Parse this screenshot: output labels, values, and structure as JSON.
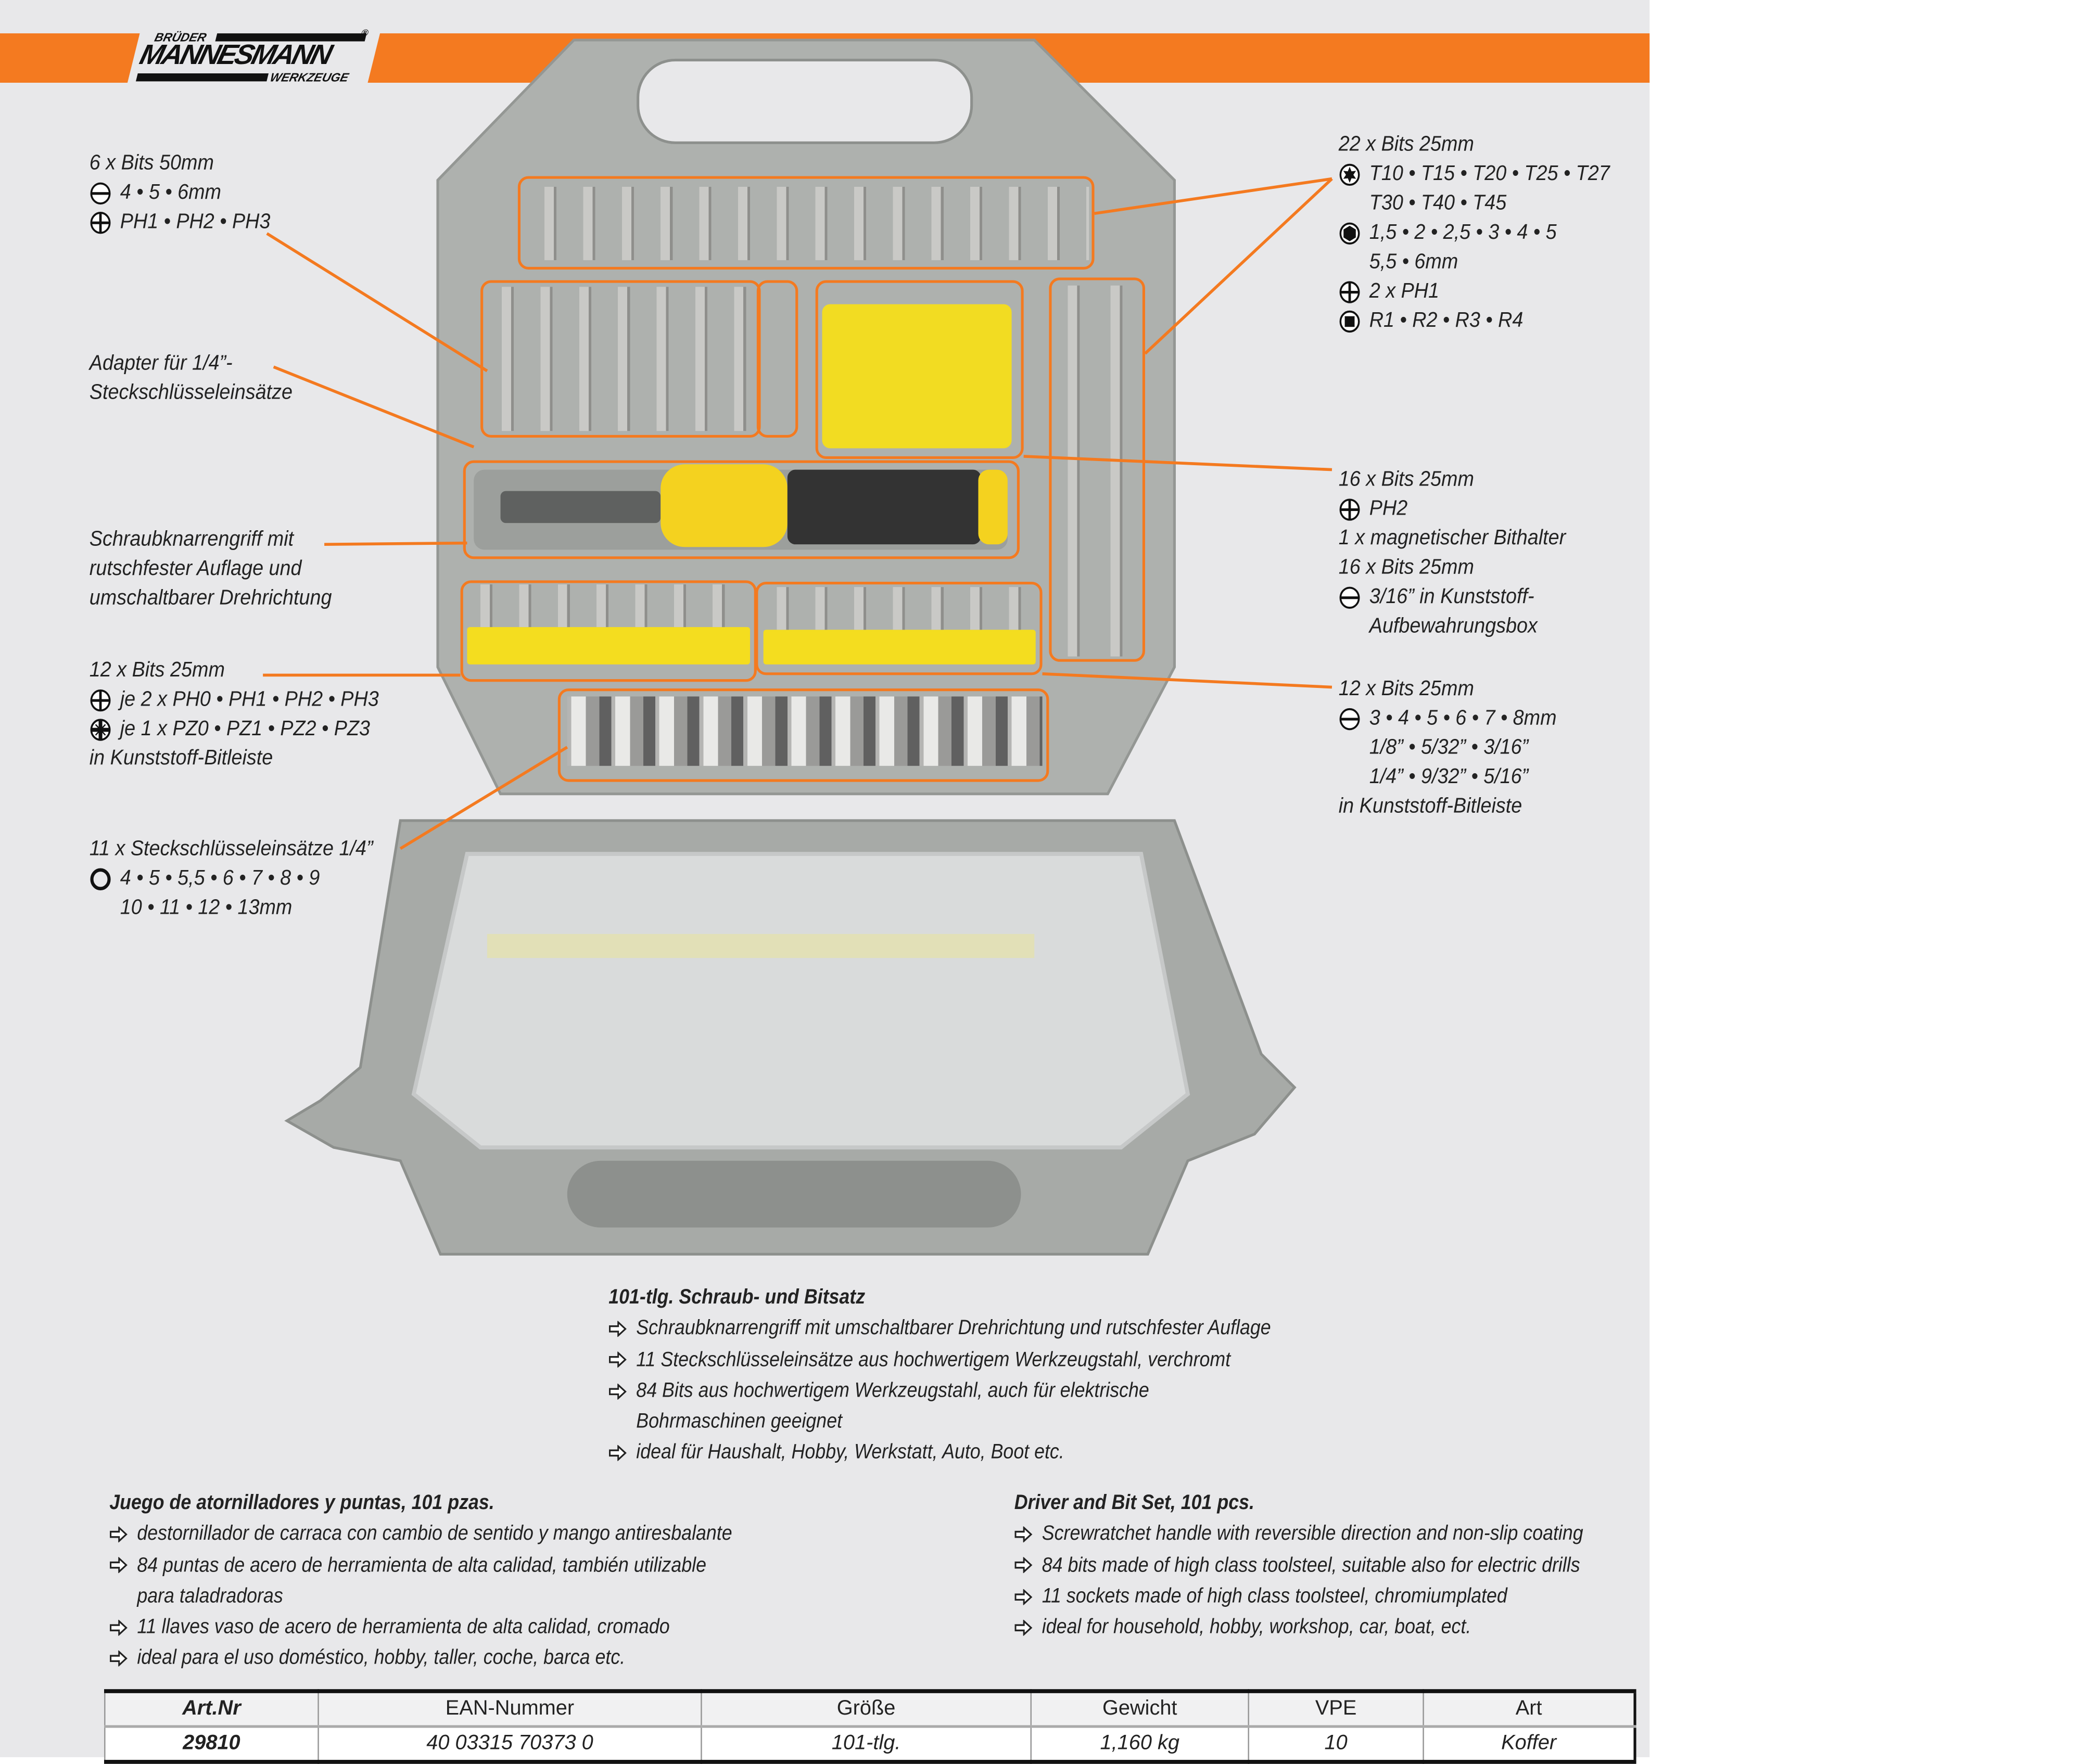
{
  "logo": {
    "top": "BRÜDER",
    "main": "MANNESMANN",
    "bottom": "WERKZEUGE",
    "registered": "®"
  },
  "colors": {
    "accent": "#f47a20",
    "background": "#e8e8ea",
    "case": "#a9aca9",
    "handle_yellow": "#f4d21f"
  },
  "annotations_left": [
    {
      "title": "6 x Bits 50mm",
      "lines": [
        {
          "icon": "slotted-icon",
          "text": "4 • 5 • 6mm"
        },
        {
          "icon": "phillips-icon",
          "text": "PH1 • PH2 • PH3"
        }
      ]
    },
    {
      "title": "Adapter für 1/4”-",
      "lines": [
        {
          "icon": "",
          "text": "Steckschlüsseleinsätze"
        }
      ]
    },
    {
      "title": "Schraubknarrengriff mit",
      "lines": [
        {
          "icon": "",
          "text": "rutschfester Auflage und"
        },
        {
          "icon": "",
          "text": "umschaltbarer Drehrichtung"
        }
      ]
    },
    {
      "title": "12 x Bits 25mm",
      "lines": [
        {
          "icon": "phillips-icon",
          "text": "je 2 x PH0 • PH1 • PH2 • PH3"
        },
        {
          "icon": "pozidriv-icon",
          "text": "je 1 x PZ0 • PZ1 • PZ2 • PZ3"
        },
        {
          "icon": "",
          "text": "in Kunststoff-Bitleiste"
        }
      ]
    },
    {
      "title": "11 x Steckschlüsseleinsätze 1/4”",
      "lines": [
        {
          "icon": "socket-icon",
          "text": "4 • 5 • 5,5 • 6 • 7 • 8 • 9"
        },
        {
          "icon": "",
          "text": "10 • 11 • 12 • 13mm"
        }
      ]
    }
  ],
  "annotations_right": [
    {
      "title": "22 x Bits 25mm",
      "lines": [
        {
          "icon": "torx-icon",
          "text": "T10 • T15 • T20 • T25 • T27"
        },
        {
          "icon": "",
          "text": "T30 • T40 • T45"
        },
        {
          "icon": "hex-icon",
          "text": "1,5 • 2 • 2,5 • 3 • 4 • 5"
        },
        {
          "icon": "",
          "text": "5,5 • 6mm"
        },
        {
          "icon": "phillips-icon",
          "text": "2 x PH1"
        },
        {
          "icon": "square-icon",
          "text": "R1 • R2 • R3 • R4"
        }
      ]
    },
    {
      "title": "16 x Bits 25mm",
      "lines": [
        {
          "icon": "phillips-icon",
          "text": "PH2"
        },
        {
          "icon": "",
          "text": "1 x magnetischer Bithalter"
        },
        {
          "icon": "",
          "text": "16 x Bits 25mm"
        },
        {
          "icon": "slotted-icon",
          "text": "3/16” in Kunststoff-"
        },
        {
          "icon": "",
          "text": "Aufbewahrungsbox"
        }
      ]
    },
    {
      "title": "12 x Bits 25mm",
      "lines": [
        {
          "icon": "slotted-icon",
          "text": "3 • 4 • 5 • 6 • 7 • 8mm"
        },
        {
          "icon": "",
          "text": "1/8” • 5/32” • 3/16”"
        },
        {
          "icon": "",
          "text": "1/4” • 9/32” • 5/16”"
        },
        {
          "icon": "",
          "text": "in Kunststoff-Bitleiste"
        }
      ]
    }
  ],
  "description_de": {
    "title": "101-tlg. Schraub- und Bitsatz",
    "bullets": [
      [
        "Schraubknarrengriff mit umschaltbarer Drehrichtung und rutschfester Auflage"
      ],
      [
        "11 Steckschlüsseleinsätze aus hochwertigem Werkzeugstahl, verchromt"
      ],
      [
        "84 Bits aus hochwertigem Werkzeugstahl, auch für elektrische",
        "Bohrmaschinen geeignet"
      ],
      [
        "ideal für Haushalt, Hobby, Werkstatt, Auto, Boot etc."
      ]
    ]
  },
  "description_es": {
    "title": "Juego de atornilladores y puntas, 101 pzas.",
    "bullets": [
      [
        "destornillador de carraca con cambio de sentido y mango antiresbalante"
      ],
      [
        "84 puntas de acero de herramienta de alta calidad, también utilizable",
        "para taladradoras"
      ],
      [
        "11 llaves vaso de acero de herramienta de alta calidad, cromado"
      ],
      [
        "ideal para el uso doméstico, hobby, taller, coche, barca etc."
      ]
    ]
  },
  "description_en": {
    "title": "Driver and Bit Set, 101 pcs.",
    "bullets": [
      [
        "Screwratchet handle with reversible direction and non-slip coating"
      ],
      [
        "84 bits made of high class toolsteel, suitable also for electric drills"
      ],
      [
        "11 sockets made of high class toolsteel, chromiumplated"
      ],
      [
        "ideal for household, hobby, workshop, car, boat, ect."
      ]
    ]
  },
  "table": {
    "headers": [
      "Art.Nr",
      "EAN-Nummer",
      "Größe",
      "Gewicht",
      "VPE",
      "Art"
    ],
    "row": [
      "29810",
      "40 03315 70373 0",
      "101-tlg.",
      "1,160 kg",
      "10",
      "Koffer"
    ]
  }
}
